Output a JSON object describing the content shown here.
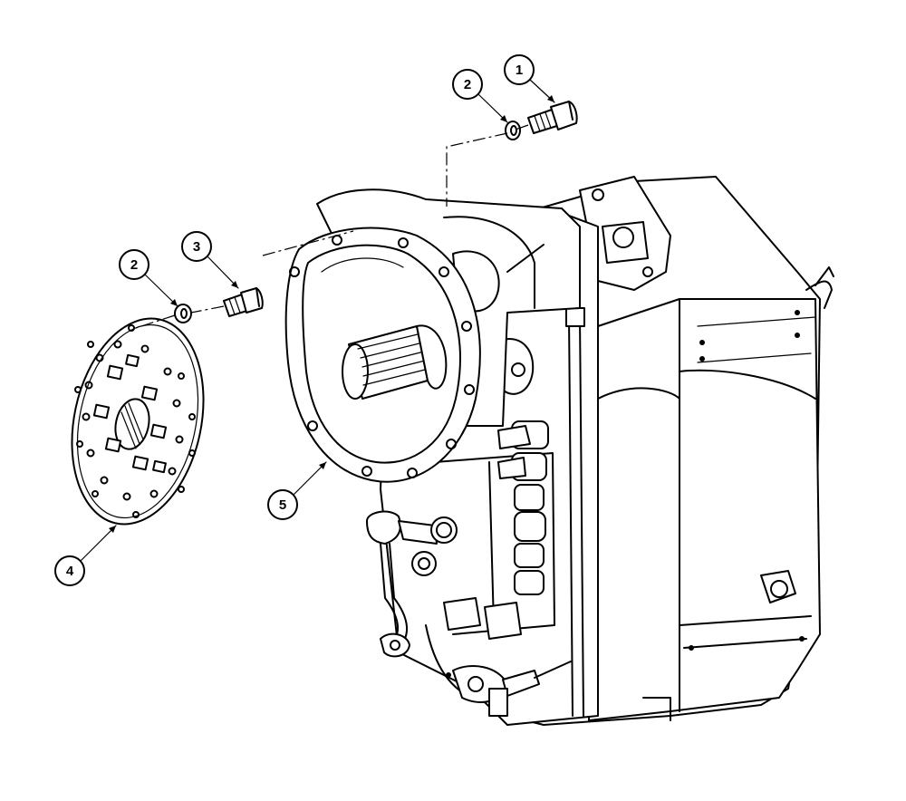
{
  "callouts": {
    "c1": "1",
    "c2a": "2",
    "c2b": "2",
    "c3": "3",
    "c4": "4",
    "c5": "5"
  },
  "colors": {
    "ink": "#000000",
    "paper": "#ffffff"
  },
  "parts": [
    "bolt",
    "washer",
    "bolt",
    "washer",
    "drive-plate",
    "transmission-housing"
  ]
}
